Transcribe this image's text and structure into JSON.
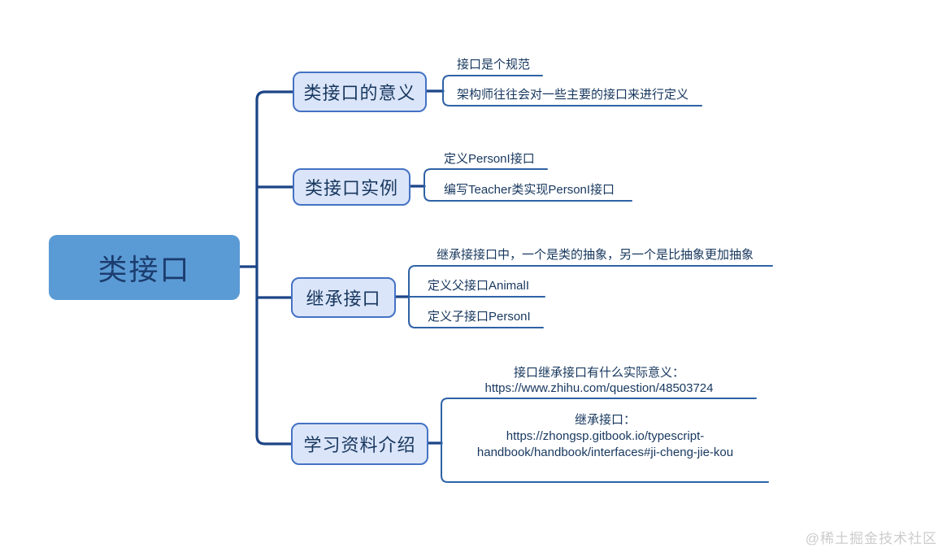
{
  "root": {
    "label": "类接口"
  },
  "branches": [
    {
      "label": "类接口的意义",
      "children": [
        {
          "lines": [
            "接口是个规范"
          ]
        },
        {
          "lines": [
            "架构师往往会对一些主要的接口来进行定义"
          ]
        }
      ]
    },
    {
      "label": "类接口实例",
      "children": [
        {
          "lines": [
            "定义PersonI接口"
          ]
        },
        {
          "lines": [
            "编写Teacher类实现PersonI接口"
          ]
        }
      ]
    },
    {
      "label": "继承接口",
      "children": [
        {
          "lines": [
            "继承接接口中，一个是类的抽象，另一个是比抽象更加抽象"
          ]
        },
        {
          "lines": [
            "定义父接口AnimalI"
          ]
        },
        {
          "lines": [
            "定义子接口PersonI"
          ]
        }
      ]
    },
    {
      "label": "学习资料介绍",
      "children": [
        {
          "lines": [
            "接口继承接口有什么实际意义：",
            "https://www.zhihu.com/question/48503724"
          ]
        },
        {
          "lines": [
            "继承接口：",
            "https://zhongsp.gitbook.io/typescript-",
            "handbook/handbook/interfaces#ji-cheng-jie-kou"
          ]
        }
      ]
    }
  ],
  "watermark": "@稀土掘金技术社区",
  "colors": {
    "background": "#ffffff",
    "root_fill": "#5b9bd5",
    "node_fill": "#dbe5f9",
    "node_border": "#4472c4",
    "line_main": "#1c4587",
    "line_sub": "#2e62a6",
    "text": "#17375e",
    "watermark": "#cccccc"
  }
}
